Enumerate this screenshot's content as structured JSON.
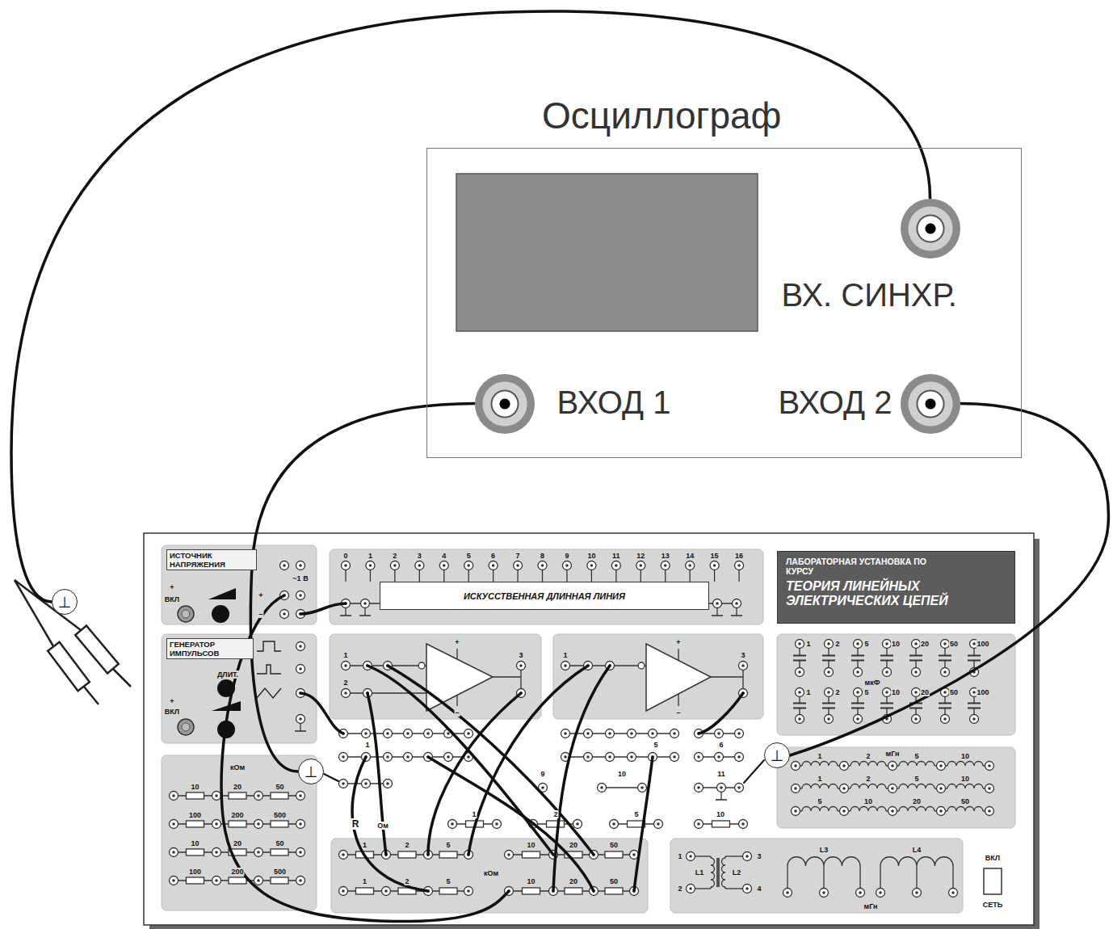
{
  "diagram": {
    "nodes": [
      {
        "text": [
          "Осциллограф"
        ]
      },
      {
        "text": [
          "ВХ. СИНХР."
        ],
        "in": 0
      },
      {
        "text": [
          "ВХОД 1"
        ],
        "in": 0
      },
      {
        "text": [
          "ВХОД 2"
        ],
        "in": 0
      },
      {
        "text": [
          "⊥"
        ]
      },
      {
        "text": [
          "ИСТОЧНИК НАПРЯЖЕНИЯ"
        ]
      },
      {
        "text": [
          "ИСКУССТВЕННАЯ ДЛИННАЯ ЛИНИЯ"
        ]
      },
      {
        "text": [
          "ЛАБОРАТОРНАЯ УСТАНОВКА ПО КУРСУ",
          "ТЕОРИЯ ЛИНЕЙНЫХ ЭЛЕКТРИЧЕСКИХ ЦЕПЕЙ"
        ]
      },
      {
        "text": [
          "ГЕНЕРАТОР ИМПУЛЬСОВ"
        ]
      },
      {
        "text": [
          "⊥"
        ]
      },
      {
        "text": [
          "⊥"
        ]
      }
    ],
    "edges": [
      {
        "from": 1,
        "to": 4,
        "arrow": "none"
      },
      {
        "from": 2,
        "to": 9,
        "arrow": "none"
      },
      {
        "from": 3,
        "to": 10,
        "arrow": "none"
      }
    ],
    "labels": [
      "0",
      "1",
      "2",
      "3",
      "4",
      "5",
      "6",
      "7",
      "8",
      "9",
      "10",
      "11",
      "12",
      "13",
      "14",
      "15",
      "16",
      "~1 В",
      "+",
      "–",
      "+",
      "+",
      "1",
      "2",
      "3",
      "+",
      "–",
      "1",
      "3",
      "+",
      "–",
      "1",
      "2",
      "5",
      "10",
      "20",
      "50",
      "100",
      "мкФ",
      "1",
      "2",
      "5",
      "10",
      "20",
      "50",
      "100",
      "мГн",
      "1",
      "2",
      "5",
      "10",
      "1",
      "2",
      "5",
      "10",
      "5",
      "10",
      "20",
      "50",
      "10",
      "20",
      "50",
      "100",
      "200",
      "500",
      "10",
      "20",
      "50",
      "100",
      "200",
      "500",
      "кОм",
      "R",
      "Ом",
      "1",
      "2",
      "5",
      "10",
      "1",
      "5",
      "6",
      "9",
      "10",
      "11",
      "1",
      "2",
      "5",
      "10",
      "20",
      "50",
      "1",
      "2",
      "5",
      "10",
      "20",
      "50",
      "кОм",
      "1",
      "2",
      "3",
      "4",
      "L1",
      "L2",
      "L3",
      "L4",
      "мГн",
      "ВКЛ",
      "СЕТЬ",
      "ВКЛ",
      "ВКЛ",
      "ДЛИТ."
    ]
  }
}
